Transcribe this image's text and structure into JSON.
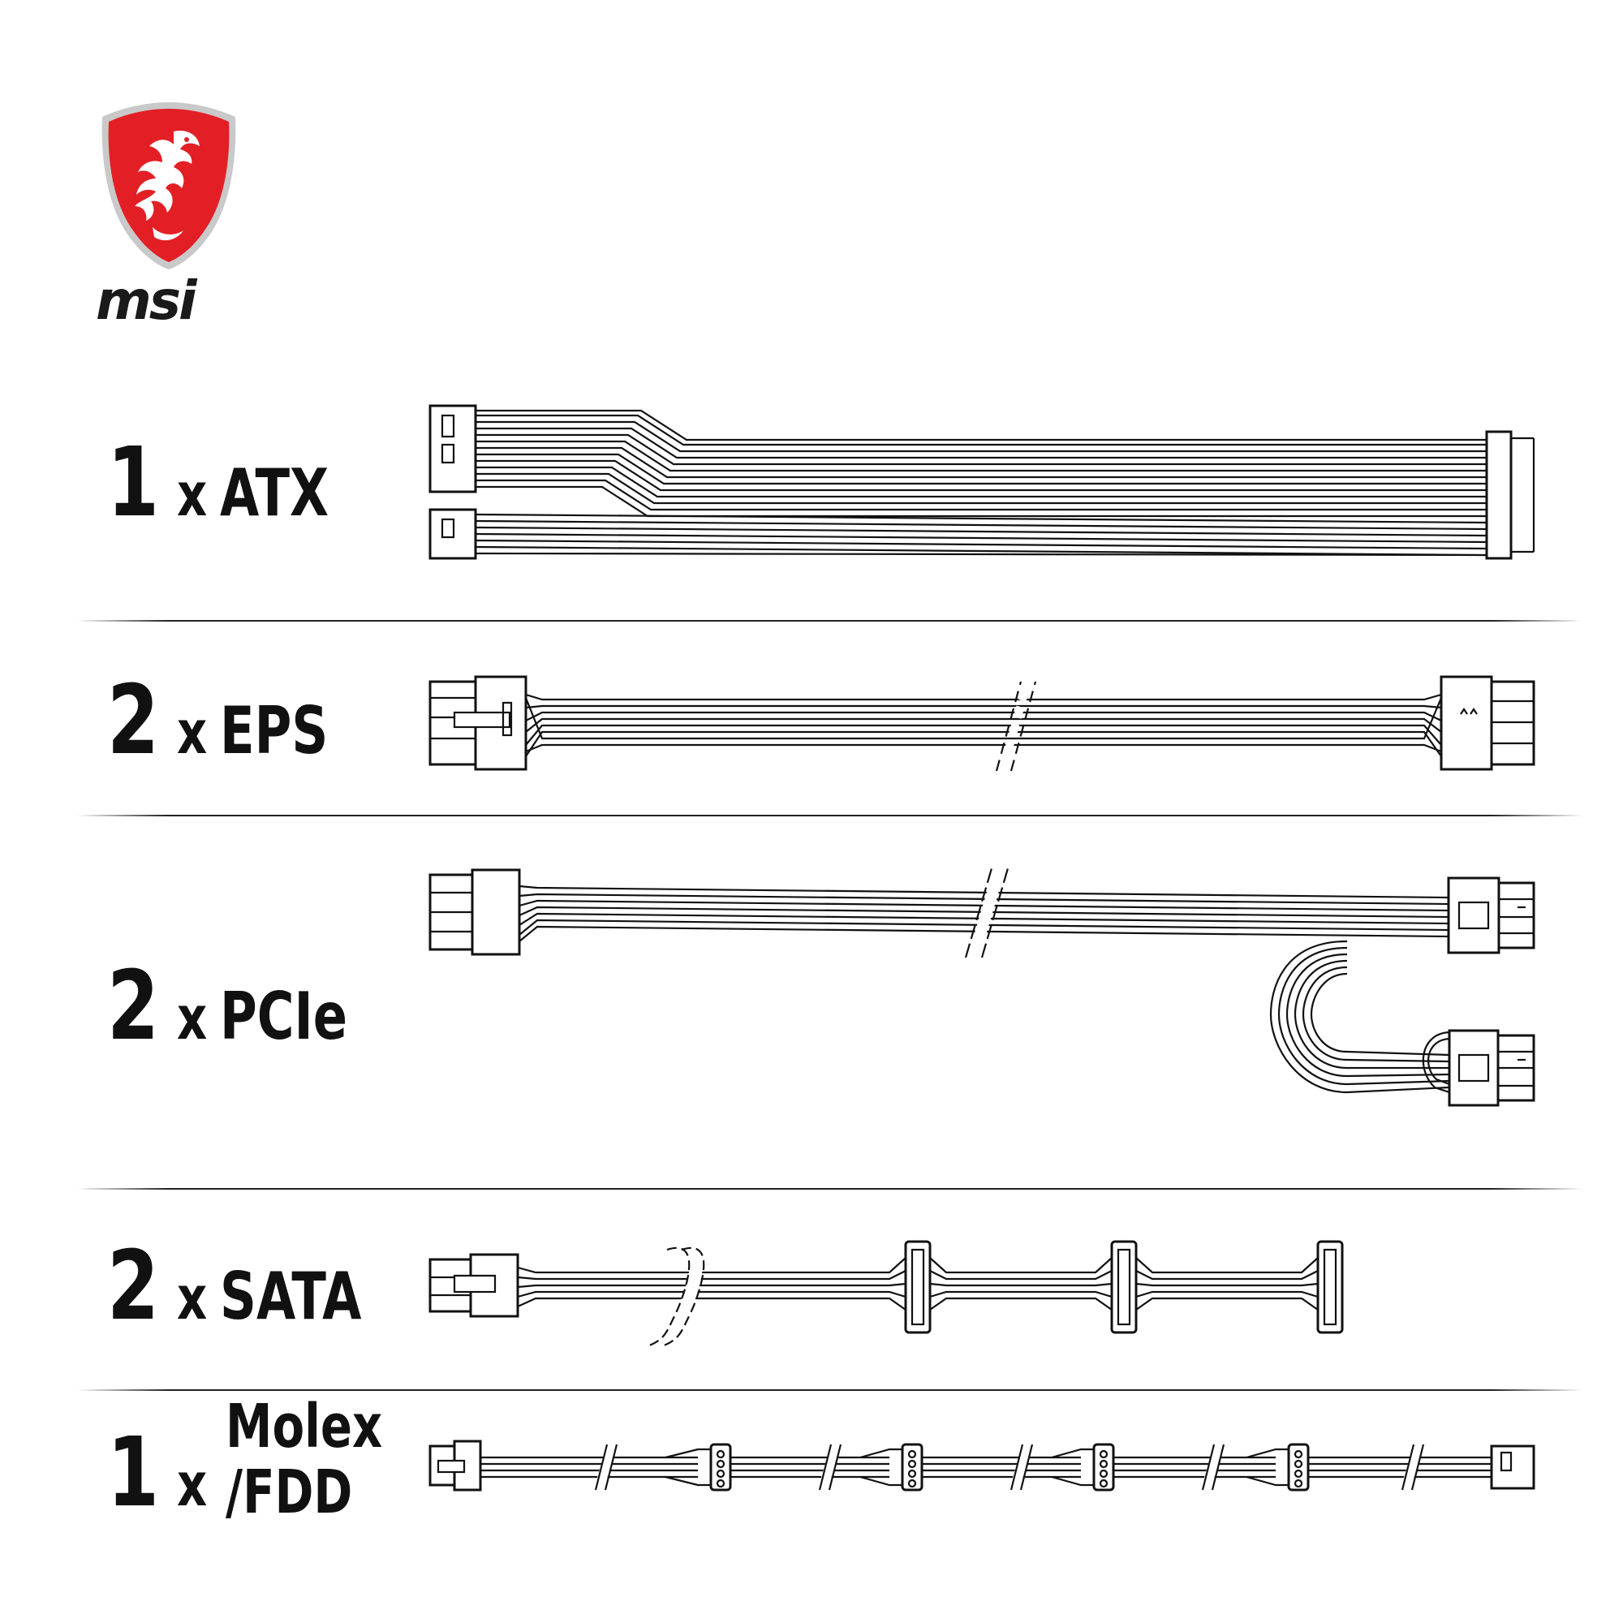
{
  "brand": {
    "logo_icon": "msi-dragon-shield-icon",
    "wordmark": "msi",
    "shield_color": "#e31f26"
  },
  "rows": [
    {
      "id": "atx",
      "quantity": "1",
      "times": "x",
      "name": "ATX"
    },
    {
      "id": "eps",
      "quantity": "2",
      "times": "x",
      "name": "EPS"
    },
    {
      "id": "pcie",
      "quantity": "2",
      "times": "x",
      "name": "PCIe"
    },
    {
      "id": "sata",
      "quantity": "2",
      "times": "x",
      "name": "SATA"
    },
    {
      "id": "molex",
      "quantity": "1",
      "times": "x",
      "name_line1": "Molex",
      "name_line2": "/FDD"
    }
  ]
}
